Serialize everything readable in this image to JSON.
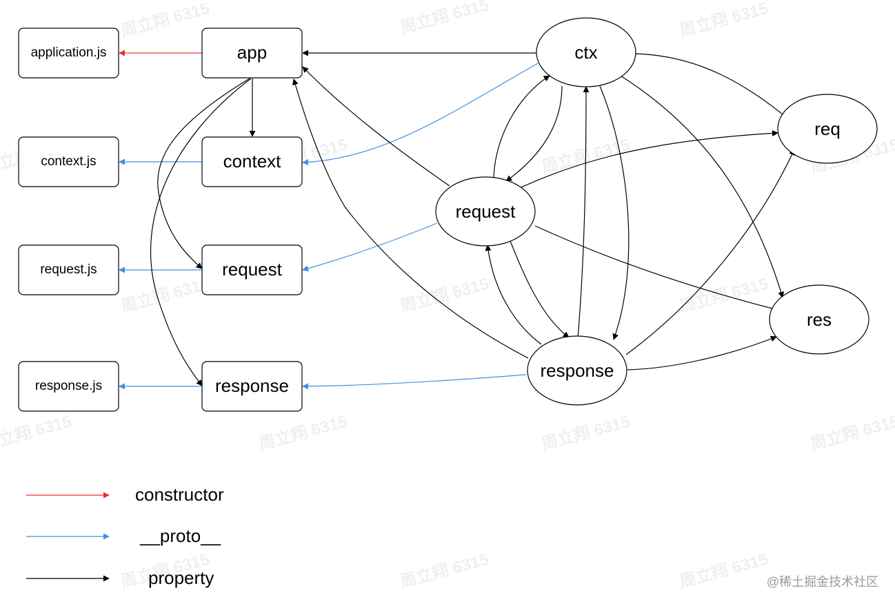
{
  "colors": {
    "constructor": "#e8302c",
    "proto": "#3f8fe4",
    "property": "#000000"
  },
  "files": {
    "application": "application.js",
    "context": "context.js",
    "request": "request.js",
    "response": "response.js"
  },
  "objects": {
    "app": "app",
    "context": "context",
    "request": "request",
    "response": "response"
  },
  "instances": {
    "ctx": "ctx",
    "request": "request",
    "response": "response",
    "req": "req",
    "res": "res"
  },
  "legend": {
    "constructor": "constructor",
    "proto": "__proto__",
    "property": "property"
  },
  "watermark": "周立翔 6315",
  "credit": "@稀土掘金技术社区"
}
